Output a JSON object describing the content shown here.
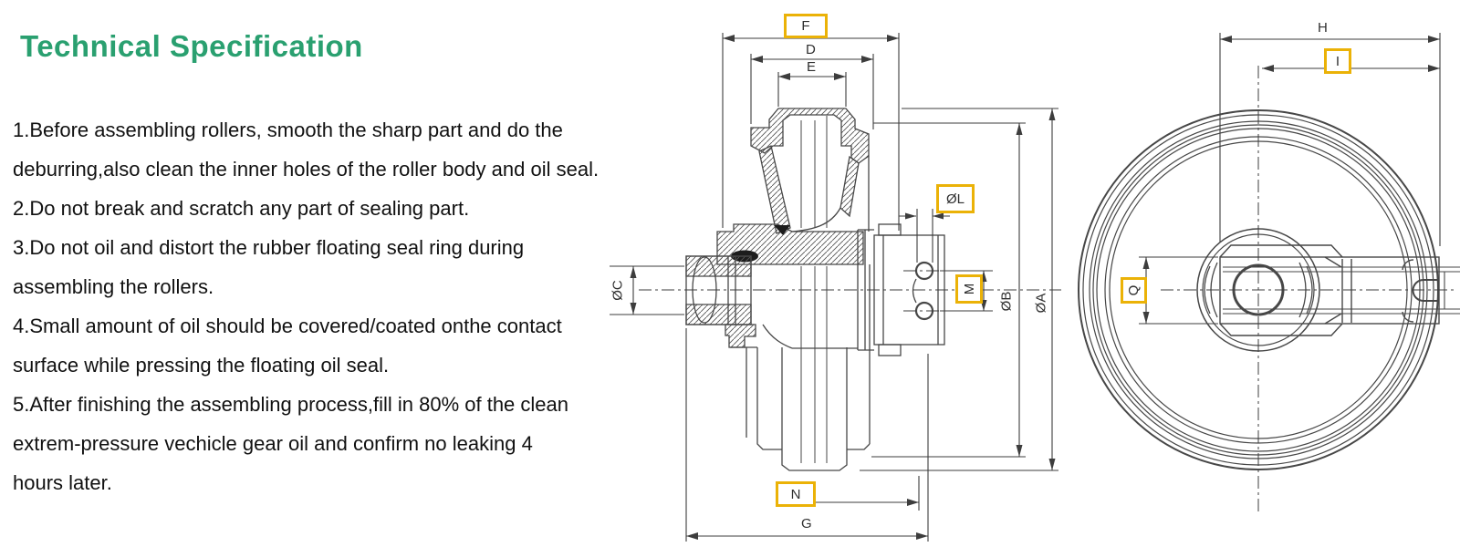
{
  "title": {
    "text": "Technical Specification"
  },
  "instructions": {
    "lines": [
      "1.Before assembling rollers, smooth the sharp part and do the",
      "deburring,also clean the inner holes of the roller body and oil seal.",
      "2.Do not break and scratch any part of sealing part.",
      "3.Do not oil and distort the rubber floating seal ring during",
      "assembling the rollers.",
      "4.Small amount of oil should be covered/coated onthe contact",
      "surface while pressing the floating oil seal.",
      "5.After finishing the assembling process,fill in 80% of the clean",
      "extrem-pressure vechicle gear oil and confirm no leaking 4",
      "hours later."
    ]
  },
  "dims": {
    "F": "F",
    "D": "D",
    "E": "E",
    "OL": "ØL",
    "M": "M",
    "OB": "ØB",
    "OA": "ØA",
    "OC": "ØC",
    "N": "N",
    "G": "G",
    "H": "H",
    "I": "I",
    "Q": "Q"
  },
  "colors": {
    "title_green": "#2AA070",
    "highlight_yellow": "#EBB207",
    "drawing_line": "#474747",
    "dimension_line": "#3d3d3d"
  }
}
